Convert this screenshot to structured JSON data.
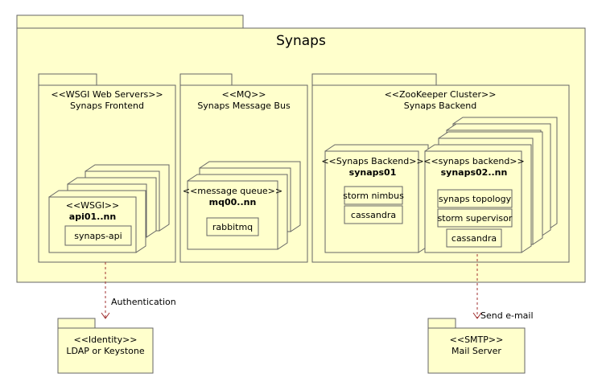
{
  "system": {
    "title": "Synaps"
  },
  "frontend": {
    "stereotype": "<<WSGI Web Servers>>",
    "name": "Synaps Frontend",
    "node": {
      "stereotype": "<<WSGI>>",
      "name": "api01..nn",
      "component": "synaps-api"
    }
  },
  "bus": {
    "stereotype": "<<MQ>>",
    "name": "Synaps Message Bus",
    "node": {
      "stereotype": "<<message queue>>",
      "name": "mq00..nn",
      "component": "rabbitmq"
    }
  },
  "backend": {
    "stereotype": "<<ZooKeeper Cluster>>",
    "name": "Synaps Backend",
    "node1": {
      "stereotype": "<<Synaps Backend>>",
      "name": "synaps01",
      "components": [
        "storm nimbus",
        "cassandra"
      ]
    },
    "node2": {
      "stereotype": "<<synaps backend>>",
      "name": "synaps02..nn",
      "components": [
        "synaps topology",
        "storm supervisor",
        "cassandra"
      ]
    }
  },
  "identity": {
    "stereotype": "<<Identity>>",
    "name": "LDAP or Keystone"
  },
  "smtp": {
    "stereotype": "<<SMTP>>",
    "name": "Mail Server"
  },
  "edges": {
    "auth_label": "Authentication",
    "email_label": "Send e-mail"
  },
  "colors": {
    "fill": "#ffffcc",
    "stroke": "#666666",
    "edge": "#a03030"
  }
}
